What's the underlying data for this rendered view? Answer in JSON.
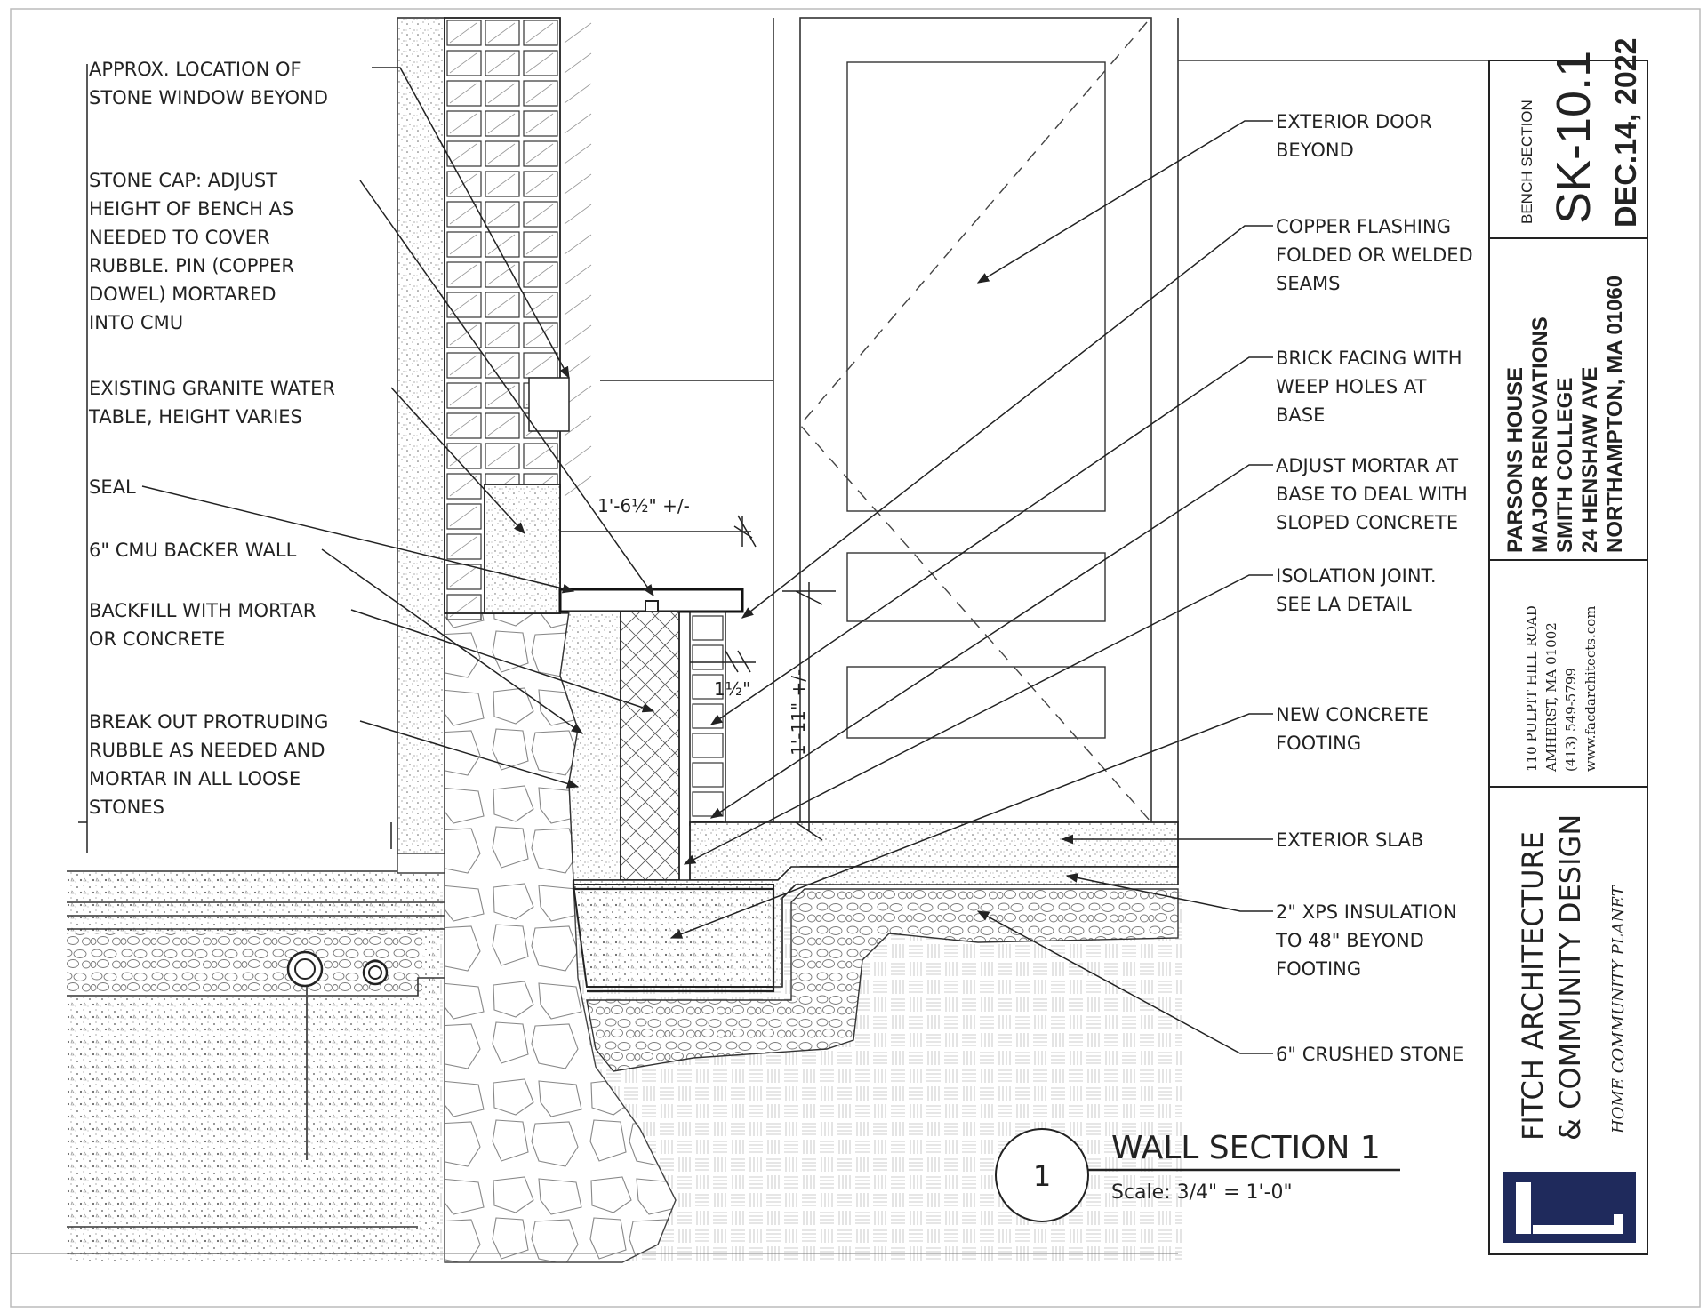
{
  "labels_left": [
    [
      "APPROX. LOCATION OF",
      "STONE WINDOW BEYOND"
    ],
    [
      "STONE CAP: ADJUST",
      "HEIGHT OF BENCH AS",
      "NEEDED TO COVER",
      "RUBBLE. PIN (COPPER",
      "DOWEL) MORTARED",
      "INTO CMU"
    ],
    [
      "EXISTING GRANITE WATER",
      "TABLE, HEIGHT VARIES"
    ],
    [
      "SEAL"
    ],
    [
      "6\" CMU BACKER WALL"
    ],
    [
      "BACKFILL WITH MORTAR",
      "OR CONCRETE"
    ],
    [
      "BREAK OUT PROTRUDING",
      "RUBBLE AS NEEDED AND",
      "MORTAR IN ALL LOOSE",
      "STONES"
    ]
  ],
  "labels_right": [
    [
      "EXTERIOR DOOR",
      "BEYOND"
    ],
    [
      "COPPER FLASHING",
      "FOLDED OR WELDED",
      "SEAMS"
    ],
    [
      "BRICK FACING WITH",
      "WEEP HOLES AT",
      "BASE"
    ],
    [
      "ADJUST MORTAR AT",
      "BASE TO DEAL WITH",
      "SLOPED CONCRETE"
    ],
    [
      "ISOLATION JOINT.",
      "SEE LA DETAIL"
    ],
    [
      "NEW CONCRETE",
      "FOOTING"
    ],
    [
      "EXTERIOR SLAB"
    ],
    [
      "2\" XPS INSULATION",
      "TO 48\" BEYOND",
      "FOOTING"
    ],
    [
      "6\" CRUSHED STONE"
    ]
  ],
  "dimensions": {
    "bench_depth": "1'-6½\" +/-",
    "brick_gap": "1½\"",
    "bench_height": "1'-11\" +/-"
  },
  "drawing_title": {
    "number": "1",
    "title": "WALL SECTION 1",
    "scale": "Scale: 3/4\" = 1'-0\""
  },
  "title_block": {
    "sheet_title": "BENCH SECTION",
    "sheet_number": "SK-10.1",
    "date": "DEC.14, 2022",
    "project_lines": [
      "PARSONS HOUSE",
      "MAJOR RENOVATIONS",
      "SMITH COLLEGE",
      "24 HENSHAW AVE",
      "NORTHAMPTON, MA 01060"
    ],
    "address_lines": [
      "110 PULPIT HILL ROAD",
      "AMHERST, MA 01002",
      "(413) 549-5799",
      "www.facdarchitects.com"
    ],
    "firm_lines": [
      "FITCH ARCHITECTURE",
      "& COMMUNITY DESIGN"
    ],
    "tagline": "HOME   COMMUNITY   PLANET",
    "logo_color": "#1f2a5c"
  }
}
